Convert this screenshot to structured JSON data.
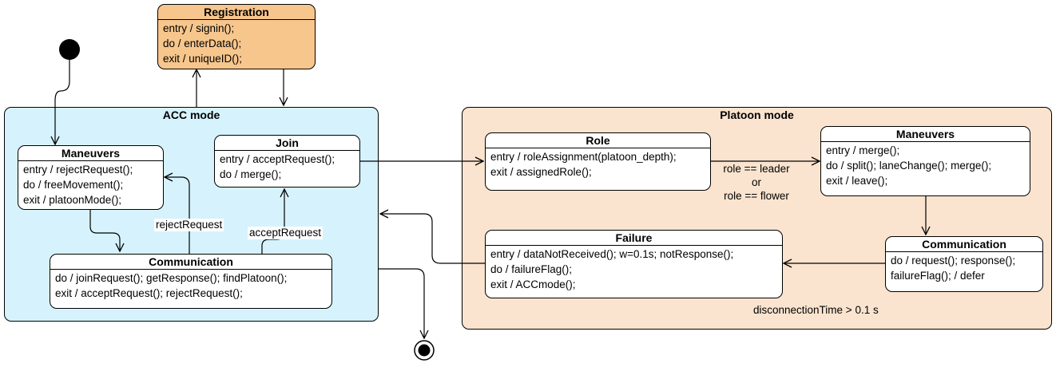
{
  "colors": {
    "acc_region": "#d6f3fd",
    "platoon_region": "#fae4cf",
    "registration_fill": "#f7c68c",
    "line": "#000000"
  },
  "regions": {
    "acc": {
      "title": "ACC mode"
    },
    "platoon": {
      "title": "Platoon mode"
    }
  },
  "states": {
    "registration": {
      "title": "Registration",
      "lines": [
        "entry / signin();",
        "do / enterData();",
        "exit / uniqueID();"
      ]
    },
    "acc_maneuvers": {
      "title": "Maneuvers",
      "lines": [
        "entry / rejectRequest();",
        "do / freeMovement();",
        "exit / platoonMode();"
      ]
    },
    "join": {
      "title": "Join",
      "lines": [
        "entry / acceptRequest();",
        "do / merge();"
      ]
    },
    "acc_communication": {
      "title": "Communication",
      "lines": [
        "do / joinRequest(); getResponse(); findPlatoon();",
        "exit / acceptRequest(); rejectRequest();"
      ]
    },
    "role": {
      "title": "Role",
      "lines": [
        "entry / roleAssignment(platoon_depth);",
        "exit / assignedRole();"
      ]
    },
    "platoon_maneuvers": {
      "title": "Maneuvers",
      "lines": [
        "entry / merge();",
        "do / split(); laneChange(); merge();",
        "exit / leave();"
      ]
    },
    "platoon_communication": {
      "title": "Communication",
      "lines": [
        "do / request(); response();",
        "failureFlag(); / defer"
      ]
    },
    "failure": {
      "title": "Failure",
      "lines": [
        "entry / dataNotReceived(); w=0.1s; notResponse();",
        "do / failureFlag();",
        "exit / ACCmode();"
      ]
    }
  },
  "transitions": {
    "reject_request": "rejectRequest",
    "accept_request": "acceptRequest",
    "role_condition": [
      "role == leader",
      "or",
      "role == flower"
    ],
    "disconnection": "disconnectionTime > 0.1 s"
  }
}
